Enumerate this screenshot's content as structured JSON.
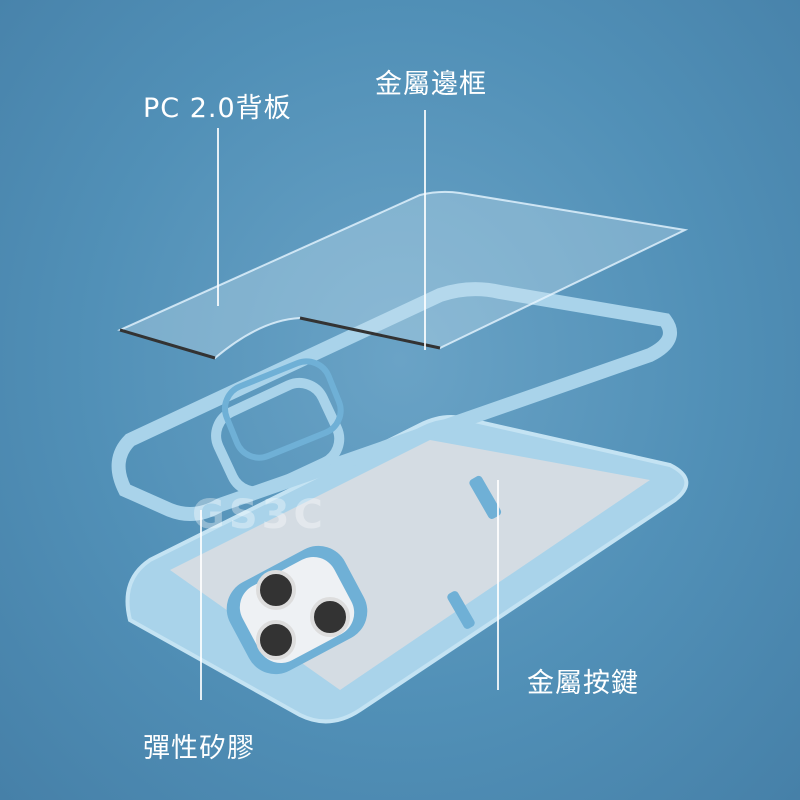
{
  "labels": {
    "back_plate": "PC 2.0背板",
    "metal_frame": "金屬邊框",
    "metal_buttons": "金屬按鍵",
    "silicone": "彈性矽膠"
  },
  "watermark": "GS3C",
  "colors": {
    "background": "#5190b7",
    "case": "#a9d3ea",
    "metal": "#6fb0d6",
    "label": "#ffffff"
  }
}
